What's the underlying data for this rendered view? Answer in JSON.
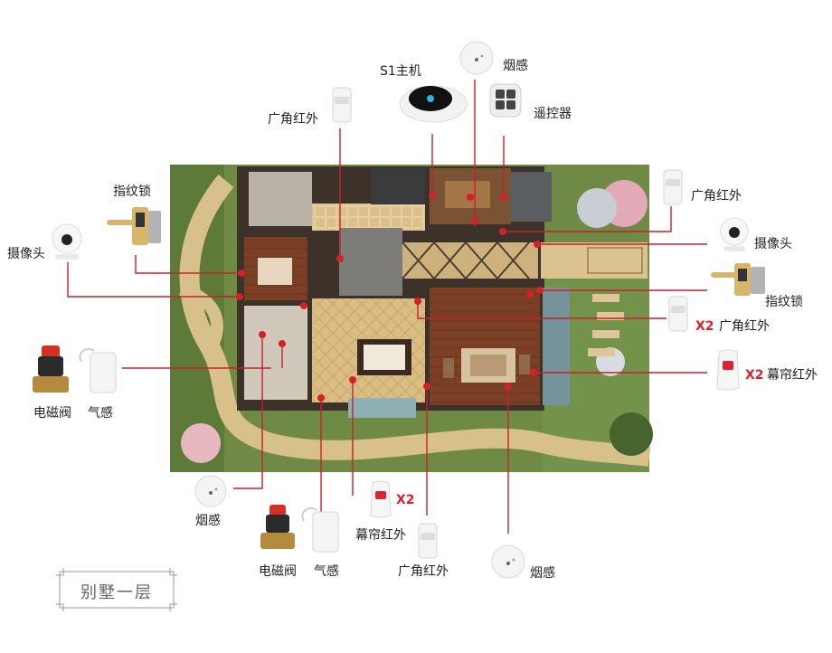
{
  "page_title": "别墅一层",
  "labels": {
    "host": "S1主机",
    "smoke_top": "烟感",
    "remote": "遥控器",
    "wide_ir_top": "广角红外",
    "wide_ir_right_top": "广角红外",
    "camera_right": "摄像头",
    "fingerprint_right": "指纹锁",
    "wide_ir_right_mid_mult": "X2",
    "wide_ir_right_mid": "广角红外",
    "curtain_ir_right_mult": "X2",
    "curtain_ir_right": "幕帘红外",
    "fingerprint_left": "指纹锁",
    "camera_left": "摄像头",
    "solenoid_left": "电磁阀",
    "gas_left": "气感",
    "smoke_bottom_left": "烟感",
    "curtain_ir_bottom_mult": "X2",
    "curtain_ir_bottom": "幕帘红外",
    "solenoid_bottom": "电磁阀",
    "gas_bottom": "气感",
    "wide_ir_bottom": "广角红外",
    "smoke_bottom_right": "烟感"
  },
  "colors": {
    "connector": "#c8202a",
    "marker": "#d42028",
    "multiplier": "#d8232a"
  },
  "icons": [
    "smoke-detector-icon",
    "host-hub-icon",
    "remote-control-icon",
    "pir-sensor-icon",
    "camera-icon",
    "fingerprint-lock-icon",
    "curtain-sensor-icon",
    "solenoid-valve-icon",
    "gas-detector-icon"
  ]
}
